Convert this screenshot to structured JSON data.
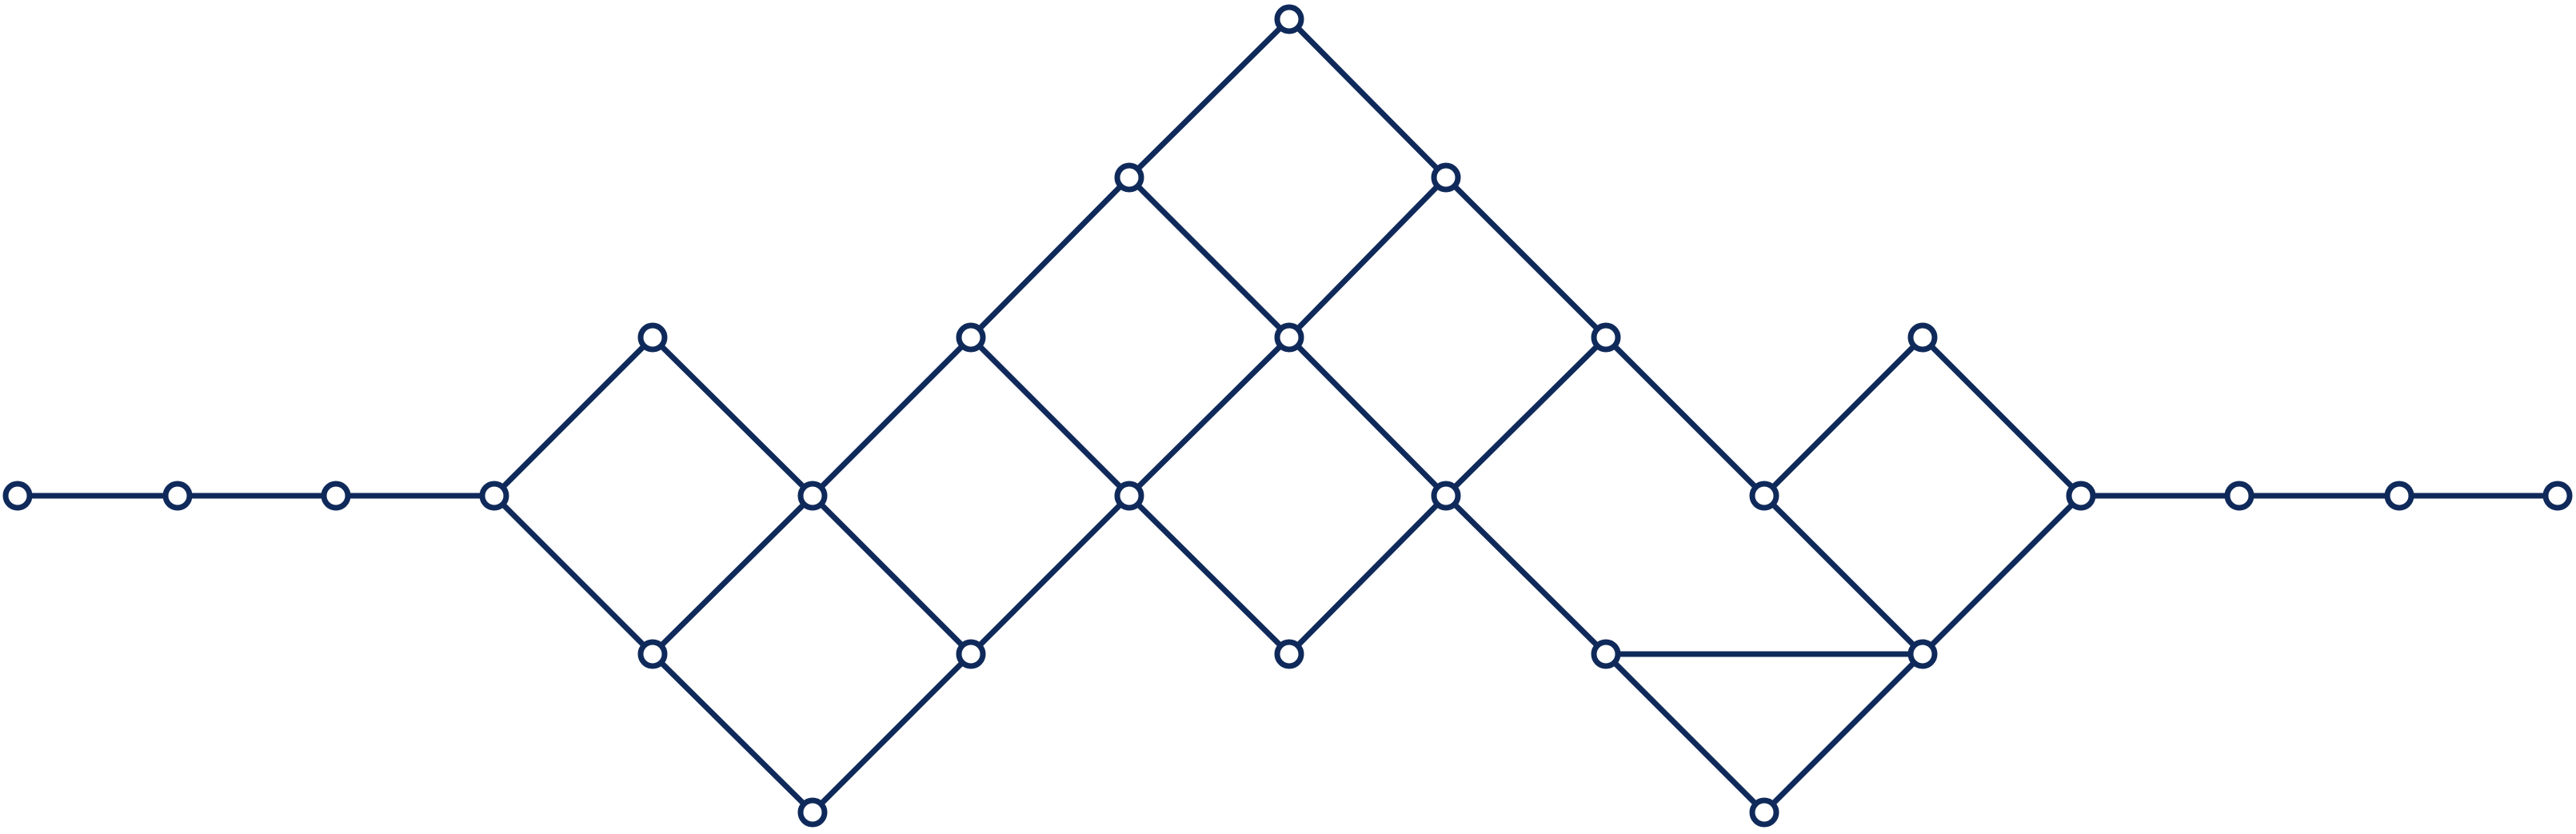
{
  "diagram": {
    "type": "graph",
    "colors": {
      "stroke": "#0f2a5a",
      "node_fill": "#ffffff",
      "background": "#ffffff"
    },
    "nodes": [
      {
        "id": "n0"
      },
      {
        "id": "n1"
      },
      {
        "id": "n2"
      },
      {
        "id": "n3"
      },
      {
        "id": "n4"
      },
      {
        "id": "n5"
      },
      {
        "id": "n6"
      },
      {
        "id": "n7"
      },
      {
        "id": "n8"
      },
      {
        "id": "n9"
      },
      {
        "id": "n10"
      },
      {
        "id": "n11"
      },
      {
        "id": "n12"
      },
      {
        "id": "n13"
      },
      {
        "id": "n14"
      },
      {
        "id": "n15"
      },
      {
        "id": "n16"
      },
      {
        "id": "n17"
      },
      {
        "id": "n18"
      },
      {
        "id": "n19"
      },
      {
        "id": "n20"
      },
      {
        "id": "n21"
      },
      {
        "id": "n22"
      },
      {
        "id": "n23"
      },
      {
        "id": "n24"
      },
      {
        "id": "n25"
      },
      {
        "id": "n26"
      },
      {
        "id": "n27"
      }
    ],
    "edges": [
      [
        "n0",
        "n1"
      ],
      [
        "n1",
        "n2"
      ],
      [
        "n2",
        "n3"
      ],
      [
        "n3",
        "n4"
      ],
      [
        "n3",
        "n5"
      ],
      [
        "n4",
        "n6"
      ],
      [
        "n5",
        "n6"
      ],
      [
        "n5",
        "n7"
      ],
      [
        "n6",
        "n8"
      ],
      [
        "n6",
        "n9"
      ],
      [
        "n7",
        "n9"
      ],
      [
        "n8",
        "n10"
      ],
      [
        "n8",
        "n11"
      ],
      [
        "n9",
        "n11"
      ],
      [
        "n10",
        "n12"
      ],
      [
        "n10",
        "n13"
      ],
      [
        "n12",
        "n14"
      ],
      [
        "n13",
        "n14"
      ],
      [
        "n11",
        "n13"
      ],
      [
        "n11",
        "n15"
      ],
      [
        "n14",
        "n16"
      ],
      [
        "n13",
        "n17"
      ],
      [
        "n15",
        "n17"
      ],
      [
        "n16",
        "n17"
      ],
      [
        "n16",
        "n18"
      ],
      [
        "n17",
        "n19"
      ],
      [
        "n18",
        "n20"
      ],
      [
        "n18",
        "n21"
      ],
      [
        "n19",
        "n21"
      ],
      [
        "n20",
        "n22"
      ],
      [
        "n21",
        "n22"
      ],
      [
        "n22",
        "n23"
      ],
      [
        "n23",
        "n24"
      ],
      [
        "n24",
        "n25"
      ],
      [
        "n19",
        "n26"
      ],
      [
        "n26",
        "n21"
      ]
    ]
  }
}
